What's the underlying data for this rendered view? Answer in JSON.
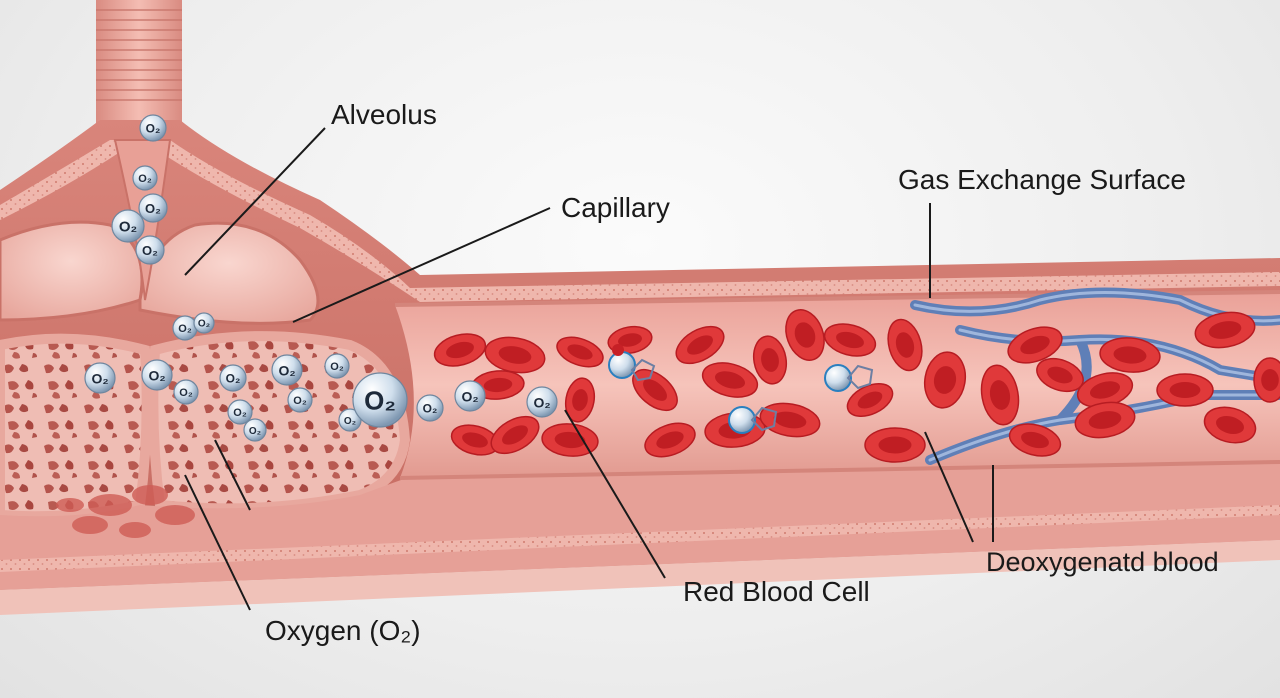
{
  "labels": {
    "alveolus": "Alveolus",
    "capillary": "Capillary",
    "gas_exchange_surface": "Gas Exchange Surface",
    "red_blood_cell": "Red Blood Cell",
    "deoxygenated_blood": "Deoxygenatd blood",
    "oxygen": "Oxygen (O₂)"
  },
  "molecule_label": "O₂",
  "colors": {
    "background": "#ededed",
    "tissue": "#e9a59c",
    "tissue_dark": "#c9736a",
    "vessel_lumen": "#f2b9b0",
    "red_blood_cell": "#d8262b",
    "deoxygenated_vessel": "#6f8fc4",
    "oxygen_molecule": "#c9d9e8",
    "leader_line": "#1a1a1a"
  }
}
